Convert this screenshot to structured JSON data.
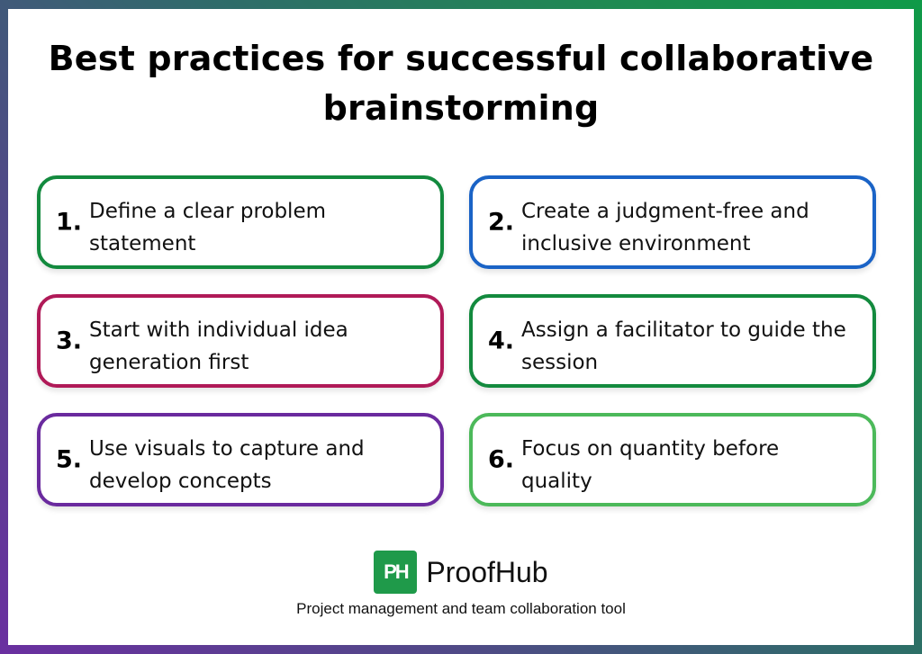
{
  "title": "Best practices for successful collaborative brainstorming",
  "title_lines": [
    "Best practices for successful collaborative",
    "brainstorming"
  ],
  "frame": {
    "gradient_start": "#6a2fa0",
    "gradient_end": "#0f9a48"
  },
  "cards": [
    {
      "number": "1.",
      "text": "Define a clear problem statement",
      "color": "#138a3e"
    },
    {
      "number": "2.",
      "text": "Create a judgment-free and inclusive environment",
      "color": "#1a63c6"
    },
    {
      "number": "3.",
      "text": "Start with individual idea generation first",
      "color": "#b01a58"
    },
    {
      "number": "4.",
      "text": "Assign a facilitator to guide the session",
      "color": "#138a3e"
    },
    {
      "number": "5.",
      "text": "Use visuals to capture and develop concepts",
      "color": "#6a2a9e"
    },
    {
      "number": "6.",
      "text": "Focus on quantity before quality",
      "color": "#4cb95a"
    }
  ],
  "brand": {
    "logo_text": "PH",
    "logo_icon": "proofhub-logo-icon",
    "logo_color": "#1f9a4a",
    "name": "ProofHub",
    "tagline": "Project management and team collaboration tool"
  }
}
